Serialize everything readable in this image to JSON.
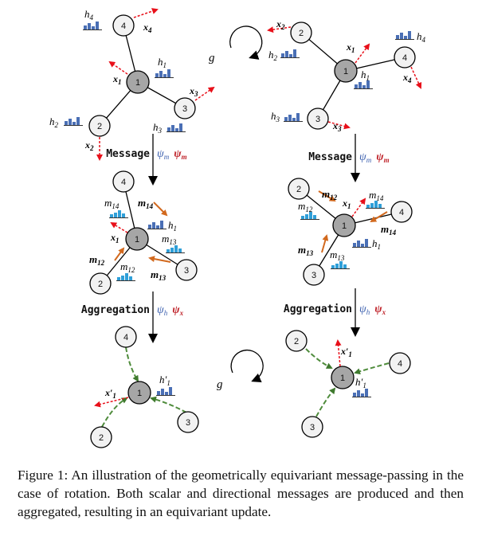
{
  "figure": {
    "node_labels": [
      "1",
      "2",
      "3",
      "4"
    ],
    "scalar_symbols": {
      "h1": "h",
      "h1_sub": "1",
      "h2_sub": "2",
      "h3_sub": "3",
      "h4_sub": "4",
      "h1_prime": "h′",
      "h1_prime_sub": "1"
    },
    "vector_symbols": {
      "x": "x",
      "x1_prime": "x′",
      "m": "m",
      "sub_1": "1",
      "sub_2": "2",
      "sub_3": "3",
      "sub_4": "4",
      "sub_12": "12",
      "sub_13": "13",
      "sub_14": "14"
    },
    "transform_label": "g",
    "message_label": "Message",
    "message_psi_h": "ψ",
    "message_psi_h_sub": "m",
    "message_psi_x": "ψ",
    "message_psi_x_sub": "m",
    "aggregation_label": "Aggregation",
    "aggregation_psi_h": "ψ",
    "aggregation_psi_h_sub": "h",
    "aggregation_psi_x": "ψ",
    "aggregation_psi_x_sub": "x",
    "colors": {
      "node_fill": "#f2f2f2",
      "center_fill": "#a6a6a6",
      "vector_arrow": "#e8101a",
      "message_arrow": "#d2691e",
      "scalar_bar": "#4a6fb5",
      "message_bar": "#2f9fd8",
      "aggregation_edge": "#4f8c3c",
      "psi_h": "#3b5fae",
      "psi_x": "#c0252c"
    }
  },
  "caption": {
    "text": "Figure 1: An illustration of the geometrically equivariant message-passing in the case of rotation. Both scalar and directional messages are produced and then aggregated, resulting in an equivariant update."
  }
}
